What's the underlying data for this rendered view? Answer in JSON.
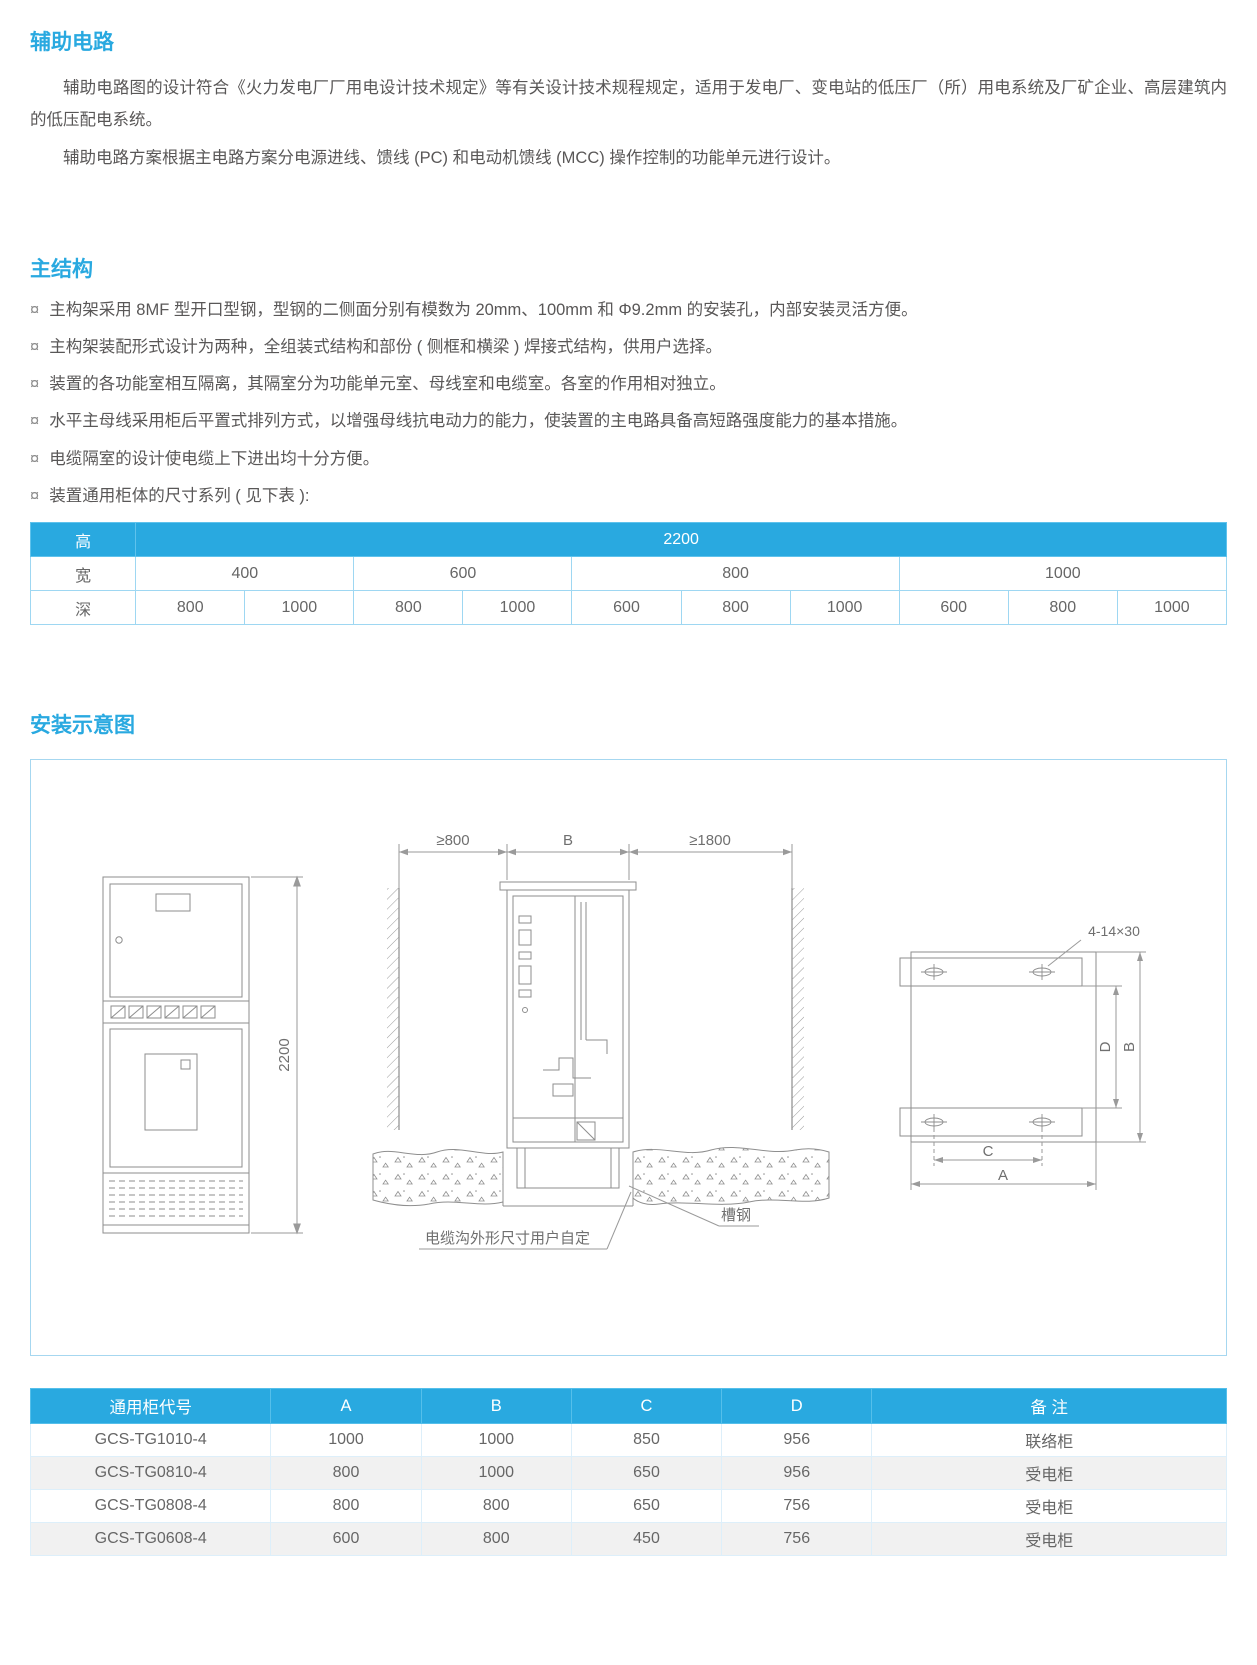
{
  "sections": {
    "aux": {
      "title": "辅助电路",
      "para1": "辅助电路图的设计符合《火力发电厂厂用电设计技术规定》等有关设计技术规程规定，适用于发电厂、变电站的低压厂（所）用电系统及厂矿企业、高层建筑内的低压配电系统。",
      "para2": "辅助电路方案根据主电路方案分电源进线、馈线 (PC) 和电动机馈线 (MCC) 操作控制的功能单元进行设计。"
    },
    "structure": {
      "title": "主结构",
      "marker": "¤",
      "bullets": [
        "主构架采用 8MF 型开口型钢，型钢的二侧面分别有模数为 20mm、100mm 和 Φ9.2mm 的安装孔，内部安装灵活方便。",
        "主构架装配形式设计为两种，全组装式结构和部份 ( 侧框和横梁 ) 焊接式结构，供用户选择。",
        "装置的各功能室相互隔离，其隔室分为功能单元室、母线室和电缆室。各室的作用相对独立。",
        "水平主母线采用柜后平置式排列方式，以增强母线抗电动力的能力，使装置的主电路具备高短路强度能力的基本措施。",
        "电缆隔室的设计使电缆上下进出均十分方便。",
        "装置通用柜体的尺寸系列 ( 见下表 ):"
      ]
    },
    "install": {
      "title": "安装示意图"
    }
  },
  "dim_table": {
    "height_label": "高",
    "height_value": "2200",
    "width_label": "宽",
    "widths": [
      "400",
      "600",
      "800",
      "1000"
    ],
    "depth_label": "深",
    "depths": [
      "800",
      "1000",
      "800",
      "1000",
      "600",
      "800",
      "1000",
      "600",
      "800",
      "1000"
    ]
  },
  "diagram": {
    "front_height": "2200",
    "gap_left": "≥800",
    "width_b": "B",
    "gap_right": "≥1800",
    "channel_label": "槽钢",
    "trench_label": "电缆沟外形尺寸用户自定",
    "holes_label": "4-14×30",
    "dim_d": "D",
    "dim_b": "B",
    "dim_c": "C",
    "dim_a": "A"
  },
  "spec_table": {
    "headers": [
      "通用柜代号",
      "A",
      "B",
      "C",
      "D",
      "备 注"
    ],
    "rows": [
      [
        "GCS-TG1010-4",
        "1000",
        "1000",
        "850",
        "956",
        "联络柜"
      ],
      [
        "GCS-TG0810-4",
        "800",
        "1000",
        "650",
        "956",
        "受电柜"
      ],
      [
        "GCS-TG0808-4",
        "800",
        "800",
        "650",
        "756",
        "受电柜"
      ],
      [
        "GCS-TG0608-4",
        "600",
        "800",
        "450",
        "756",
        "受电柜"
      ]
    ]
  },
  "colors": {
    "accent": "#29a9e0",
    "table_border_light": "#9ed7f2",
    "body_text": "#595757",
    "drawing_line": "#8d8d8d"
  }
}
